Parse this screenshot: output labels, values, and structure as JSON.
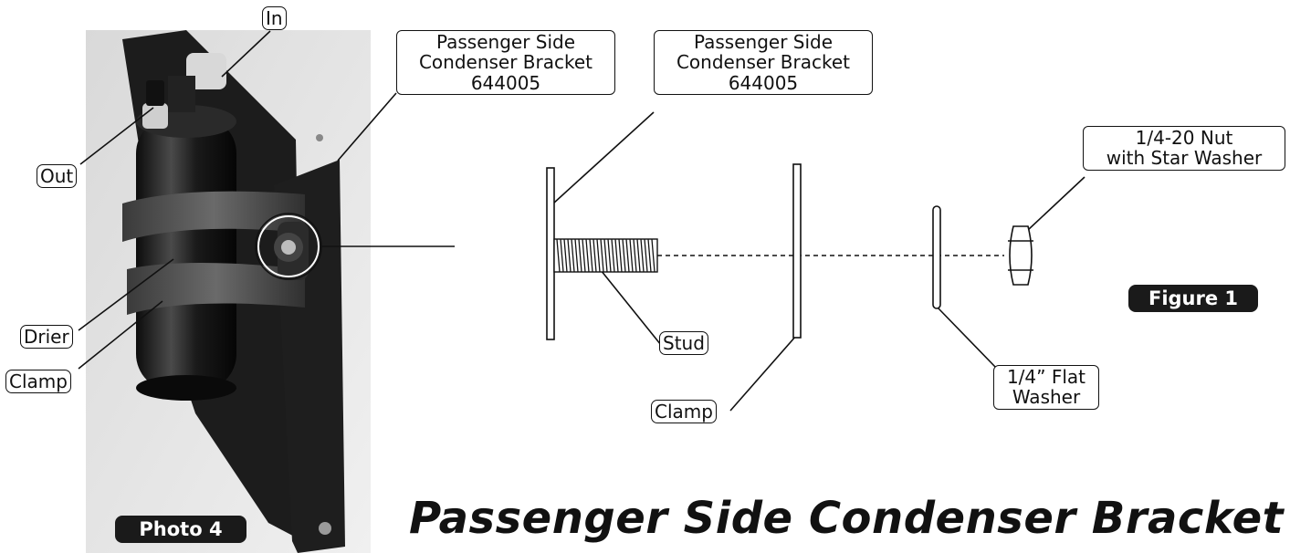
{
  "photo": {
    "badge": "Photo 4",
    "labels": {
      "in": "In",
      "out": "Out",
      "drier": "Drier",
      "clamp": "Clamp"
    },
    "bracket_callout": "Passenger Side\nCondenser Bracket\n644005"
  },
  "figure": {
    "badge": "Figure 1",
    "bracket_callout": "Passenger Side\nCondenser Bracket\n644005",
    "nut_callout": "1/4-20 Nut\nwith Star Washer",
    "stud_label": "Stud",
    "clamp_label": "Clamp",
    "washer_callout": "1/4” Flat\nWasher"
  },
  "title": "Passenger Side Condenser Bracket",
  "colors": {
    "ink": "#111111",
    "badge_bg": "#1a1a1a",
    "part_black": "#141414"
  }
}
